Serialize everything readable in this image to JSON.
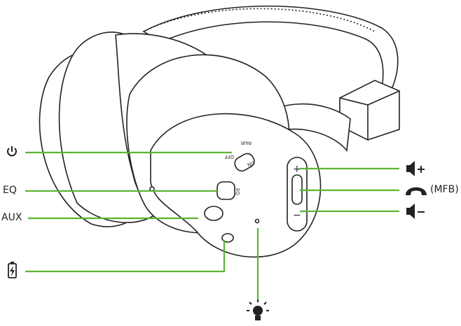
{
  "colors": {
    "callout_line": "#5ab532",
    "outline": "#222222"
  },
  "callouts_left": [
    {
      "icon": "power-icon",
      "label": ""
    },
    {
      "icon": "",
      "label": "EQ"
    },
    {
      "icon": "",
      "label": "AUX"
    },
    {
      "icon": "battery-charging-icon",
      "label": ""
    }
  ],
  "callouts_right": [
    {
      "icon": "volume-up-icon",
      "label": ""
    },
    {
      "icon": "phone-handset-icon",
      "label": "(MFB)"
    },
    {
      "icon": "volume-down-icon",
      "label": ""
    }
  ],
  "callout_bottom": {
    "icon": "led-light-bulb-icon",
    "label": ""
  },
  "device_markings": {
    "pair": "PAIR",
    "off": "OFF",
    "on": "ON",
    "eq": "EQ",
    "plus": "+",
    "minus": "−"
  }
}
